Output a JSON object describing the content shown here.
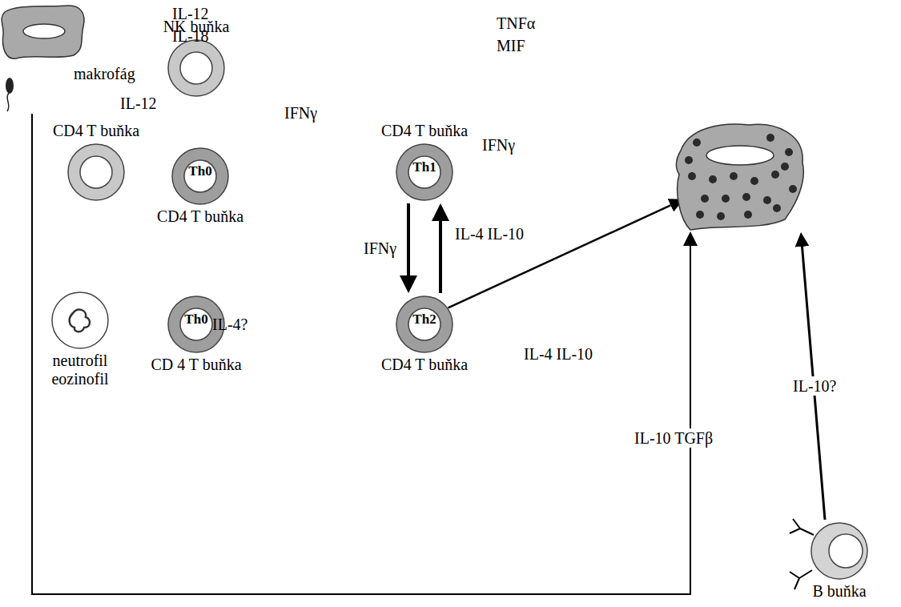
{
  "diagram": {
    "nodes": [
      {
        "text": [
          "makrofág"
        ]
      },
      {
        "text": [
          "NK buňka"
        ]
      },
      {
        "text": [
          "CD4 T buňka"
        ]
      },
      {
        "text": [
          "Th0",
          "CD4 T buňka"
        ]
      },
      {
        "text": [
          "CD4 T buňka",
          "Th1"
        ]
      },
      {
        "text": []
      },
      {
        "text": [
          "neutrofil eozinofil"
        ]
      },
      {
        "text": [
          "Th0",
          "CD 4 T buňka"
        ]
      },
      {
        "text": [
          "Th2",
          "CD4 T buňka"
        ]
      },
      {
        "text": [
          "B buňka"
        ]
      }
    ],
    "edges": [
      {
        "from": 4,
        "to": 8,
        "arrow": "to",
        "label": "IFNγ"
      },
      {
        "from": 8,
        "to": 4,
        "arrow": "to",
        "label": "IL-4 IL-10"
      },
      {
        "from": 8,
        "to": 5,
        "arrow": "to",
        "label": "IL-4 IL-10"
      },
      {
        "from": 0,
        "to": 5,
        "arrow": "to",
        "label": "IL-10 TGFβ"
      },
      {
        "from": 9,
        "to": 5,
        "arrow": "to",
        "label": "IL-10?"
      }
    ],
    "labels": [
      "IL-12",
      "IL-18",
      "TNFα",
      "MIF",
      "IL-12",
      "IFNγ",
      "IFNγ",
      "IL-4?"
    ]
  }
}
